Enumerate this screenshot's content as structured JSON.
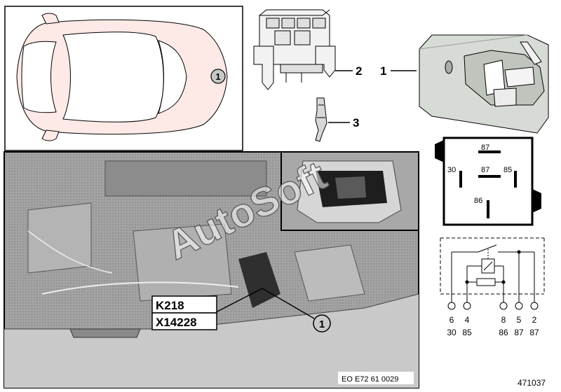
{
  "callouts": {
    "relay": "1",
    "socket": "2",
    "contact": "3",
    "vehicle_marker": "1",
    "photo_marker": "1"
  },
  "connector_labels": {
    "relay_id": "K218",
    "connector_id": "X14228"
  },
  "relay_face_pins": {
    "top": "87",
    "center": "87",
    "left": "30",
    "right": "85",
    "bottom": "86"
  },
  "schematic_terminals": [
    {
      "number": "6",
      "designation": "30"
    },
    {
      "number": "4",
      "designation": "85"
    },
    {
      "number": "8",
      "designation": "86"
    },
    {
      "number": "5",
      "designation": "87"
    },
    {
      "number": "2",
      "designation": "87"
    }
  ],
  "photo_code": "EO E72 61 0029",
  "figure_number": "471037",
  "watermark": "AutoSoft",
  "colors": {
    "line": "#000000",
    "vehicle_fill": "#fde9e6",
    "photo_bg": "#9a9a9a",
    "relay_body": "#d7dbd5"
  }
}
